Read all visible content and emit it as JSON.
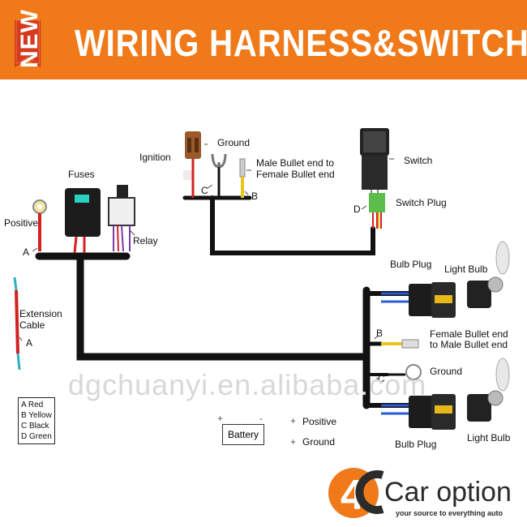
{
  "banner": {
    "badge": "NEW",
    "title": "WIRING HARNESS&SWITCH"
  },
  "labels": {
    "ignition": "Ignition",
    "ground_top": "Ground",
    "male_bullet": "Male Bullet end to",
    "female_bullet_to": "Female Bullet end",
    "switch": "Switch",
    "switch_plug": "Switch Plug",
    "fuses": "Fuses",
    "positive_left": "Positive",
    "relay": "Relay",
    "a_left": "A",
    "c_top": "C",
    "b_top": "B",
    "d": "D",
    "bulb_plug_top": "Bulb Plug",
    "light_bulb_top": "Light Bulb",
    "extension_line1": "Extension",
    "extension_line2": "Cable",
    "a_ext": "A",
    "b_mid": "B",
    "female_bullet_line1": "Female Bullet end",
    "female_bullet_line2": "to Male Bullet end",
    "c_mid": "C",
    "ground_mid": "Ground",
    "positive_legend": "Positive",
    "ground_legend": "Ground",
    "battery": "Battery",
    "bulb_plug_bottom": "Bulb Plug",
    "light_bulb_bottom": "Light Bulb"
  },
  "legend": {
    "a": "A Red",
    "b": "B Yellow",
    "c": "C Black",
    "d": "D Green"
  },
  "watermark": "dgchuanyi.en.alibaba.com",
  "logo": {
    "mark": "4",
    "name": "Car option",
    "tagline": "your source to everything auto"
  },
  "colors": {
    "banner": "#f07a1a",
    "ribbon": "#d63a1e",
    "wire": "#111111",
    "red_wire": "#d42020",
    "yellow_wire": "#e8c51a",
    "green_wire": "#2f9a3a",
    "blue_wire": "#2a5ad6",
    "logo_orange": "#f07a1a"
  }
}
